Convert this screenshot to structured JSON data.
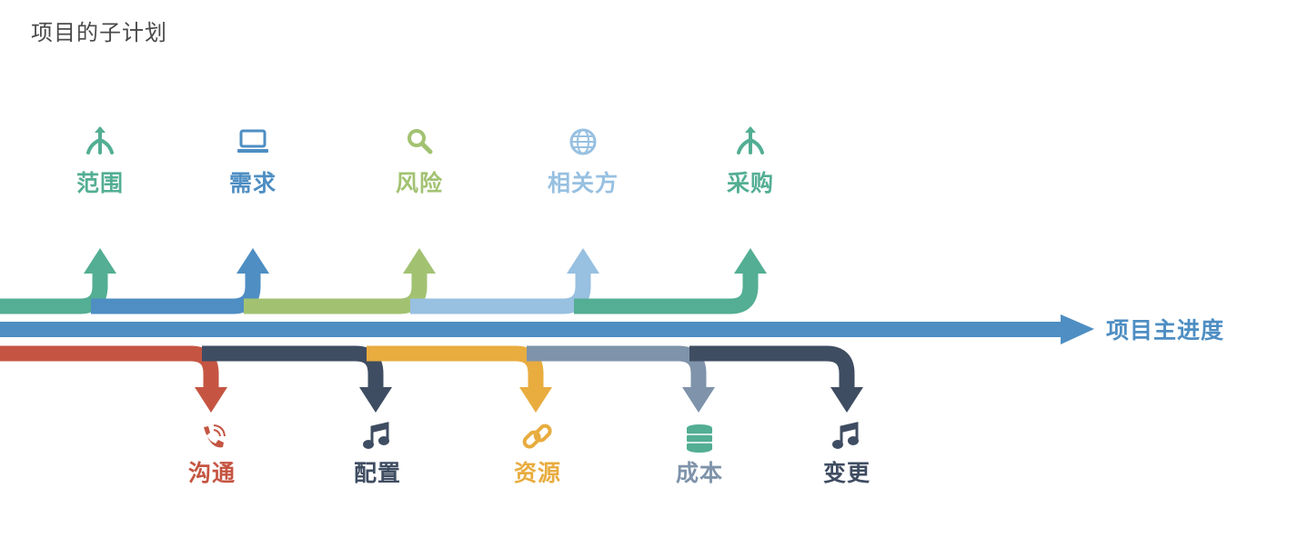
{
  "title": "项目的子计划",
  "main_line": {
    "label": "项目主进度",
    "color": "#4e8ec3"
  },
  "upper_plans": [
    {
      "label": "范围",
      "icon": "fork-icon",
      "color": "#53ae93"
    },
    {
      "label": "需求",
      "icon": "laptop-icon",
      "color": "#4e8ec3"
    },
    {
      "label": "风险",
      "icon": "search-icon",
      "color": "#a2c272"
    },
    {
      "label": "相关方",
      "icon": "globe-icon",
      "color": "#97c0e1"
    },
    {
      "label": "采购",
      "icon": "fork-icon",
      "color": "#53ae93"
    }
  ],
  "lower_plans": [
    {
      "label": "沟通",
      "icon": "phone-icon",
      "color": "#c55542"
    },
    {
      "label": "配置",
      "icon": "music-note-icon",
      "color": "#3f4d62"
    },
    {
      "label": "资源",
      "icon": "link-icon",
      "color": "#e8ac3f"
    },
    {
      "label": "成本",
      "icon": "database-icon",
      "color": "#7f93aa"
    },
    {
      "label": "变更",
      "icon": "music-note-icon",
      "color": "#3f4d62"
    }
  ],
  "icon_colors": {
    "database-icon": "#53ae93"
  }
}
